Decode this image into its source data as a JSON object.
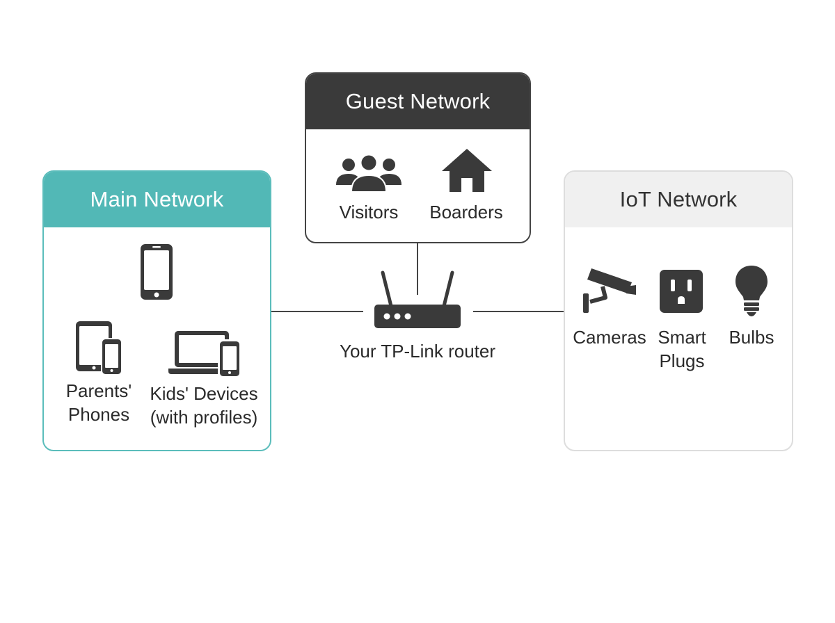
{
  "colors": {
    "main_accent": "#52b8b6",
    "guest_header": "#3a3a3a",
    "iot_header": "#f0f0f0",
    "icon_fill": "#3a3a3a",
    "connector": "#444444"
  },
  "main_network": {
    "title": "Main Network",
    "icons": [
      "smartphone-icon",
      "tablet-phone-icon",
      "laptop-phone-icon"
    ],
    "items": [
      {
        "label_line1": "Parents'",
        "label_line2": "Phones"
      },
      {
        "label_line1": "Kids' Devices",
        "label_line2": "(with profiles)"
      }
    ]
  },
  "guest_network": {
    "title": "Guest Network",
    "items": [
      {
        "label": "Visitors",
        "icon": "people-group-icon"
      },
      {
        "label": "Boarders",
        "icon": "house-icon"
      }
    ]
  },
  "iot_network": {
    "title": "IoT Network",
    "items": [
      {
        "label_line1": "Cameras",
        "label_line2": "",
        "icon": "security-camera-icon"
      },
      {
        "label_line1": "Smart",
        "label_line2": "Plugs",
        "icon": "power-outlet-icon"
      },
      {
        "label_line1": "Bulbs",
        "label_line2": "",
        "icon": "light-bulb-icon"
      }
    ]
  },
  "router": {
    "label": "Your TP-Link router",
    "icon": "router-icon"
  }
}
